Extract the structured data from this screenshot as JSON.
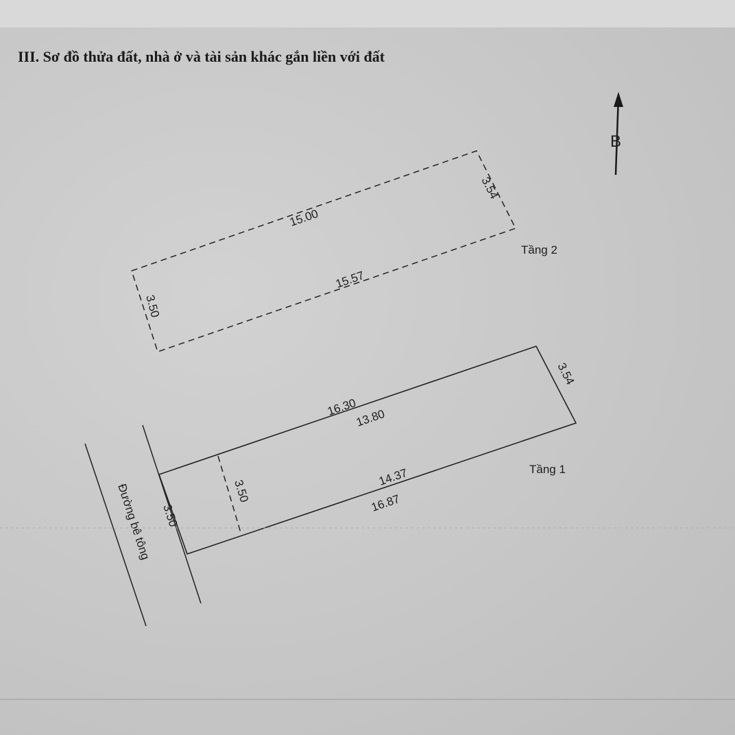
{
  "title": "III. Sơ đồ thửa đất, nhà ở và tài sản khác gắn liền với đất",
  "north_arrow": {
    "label": "B"
  },
  "floor2": {
    "label": "Tầng 2",
    "top_edge": "15.00",
    "bottom_edge": "15.57",
    "right_edge": "3.54",
    "left_edge": "3.50"
  },
  "floor1": {
    "label": "Tầng 1",
    "top_edge_outer": "16.30",
    "top_edge_inner": "13.80",
    "bottom_edge_inner": "14.37",
    "bottom_edge_outer": "16.87",
    "right_edge": "3.54",
    "inner_divider": "3.50",
    "front_edge": "3.50"
  },
  "road": {
    "label": "Đường bê tông"
  }
}
